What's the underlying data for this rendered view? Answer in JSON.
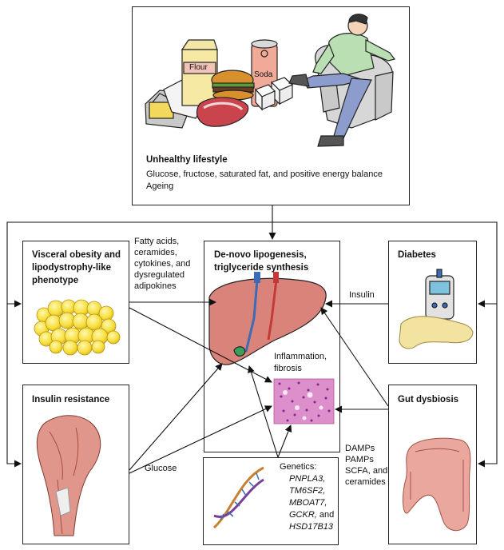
{
  "lifestyle": {
    "title": "Unhealthy lifestyle",
    "line1": "Glucose, fructose, saturated fat, and positive energy balance",
    "line2": "Ageing",
    "flour_label": "Flour",
    "soda_label": "Soda"
  },
  "visceral": {
    "title_l1": "Visceral obesity and",
    "title_l2": "lipodystrophy-like",
    "title_l3": "phenotype"
  },
  "center": {
    "title_l1": "De-novo lipogenesis,",
    "title_l2": "triglyceride synthesis",
    "inflammation_l1": "Inflammation,",
    "inflammation_l2": "fibrosis"
  },
  "diabetes": {
    "title": "Diabetes"
  },
  "insulin_resistance": {
    "title": "Insulin resistance"
  },
  "gut": {
    "title": "Gut dysbiosis"
  },
  "genetics": {
    "label": "Genetics:",
    "g1": "PNPLA3,",
    "g2": "TM6SF2,",
    "g3": "MBOAT7,",
    "g4": "GCKR,",
    "g4_suffix": " and",
    "g5": "HSD17B13"
  },
  "labels": {
    "fatty_l1": "Fatty acids,",
    "fatty_l2": "ceramides,",
    "fatty_l3": "cytokines, and",
    "fatty_l4": "dysregulated",
    "fatty_l5": "adipokines",
    "insulin": "Insulin",
    "glucose": "Glucose",
    "damps_l1": "DAMPs",
    "damps_l2": "PAMPs",
    "damps_l3": "SCFA, and",
    "damps_l4": "ceramides"
  },
  "colors": {
    "liver": "#d9837a",
    "fat": "#f7e04a",
    "pancreas": "#f2e3a0",
    "muscle": "#e0968a",
    "colon": "#eaa79d",
    "histology": "#d88ac7"
  },
  "icons": [
    "food-icon",
    "man-in-armchair-icon",
    "liver-icon",
    "fat-cells-icon",
    "glucose-meter-icon",
    "pancreas-icon",
    "muscle-arm-icon",
    "colon-icon",
    "dna-icon",
    "histology-icon"
  ]
}
